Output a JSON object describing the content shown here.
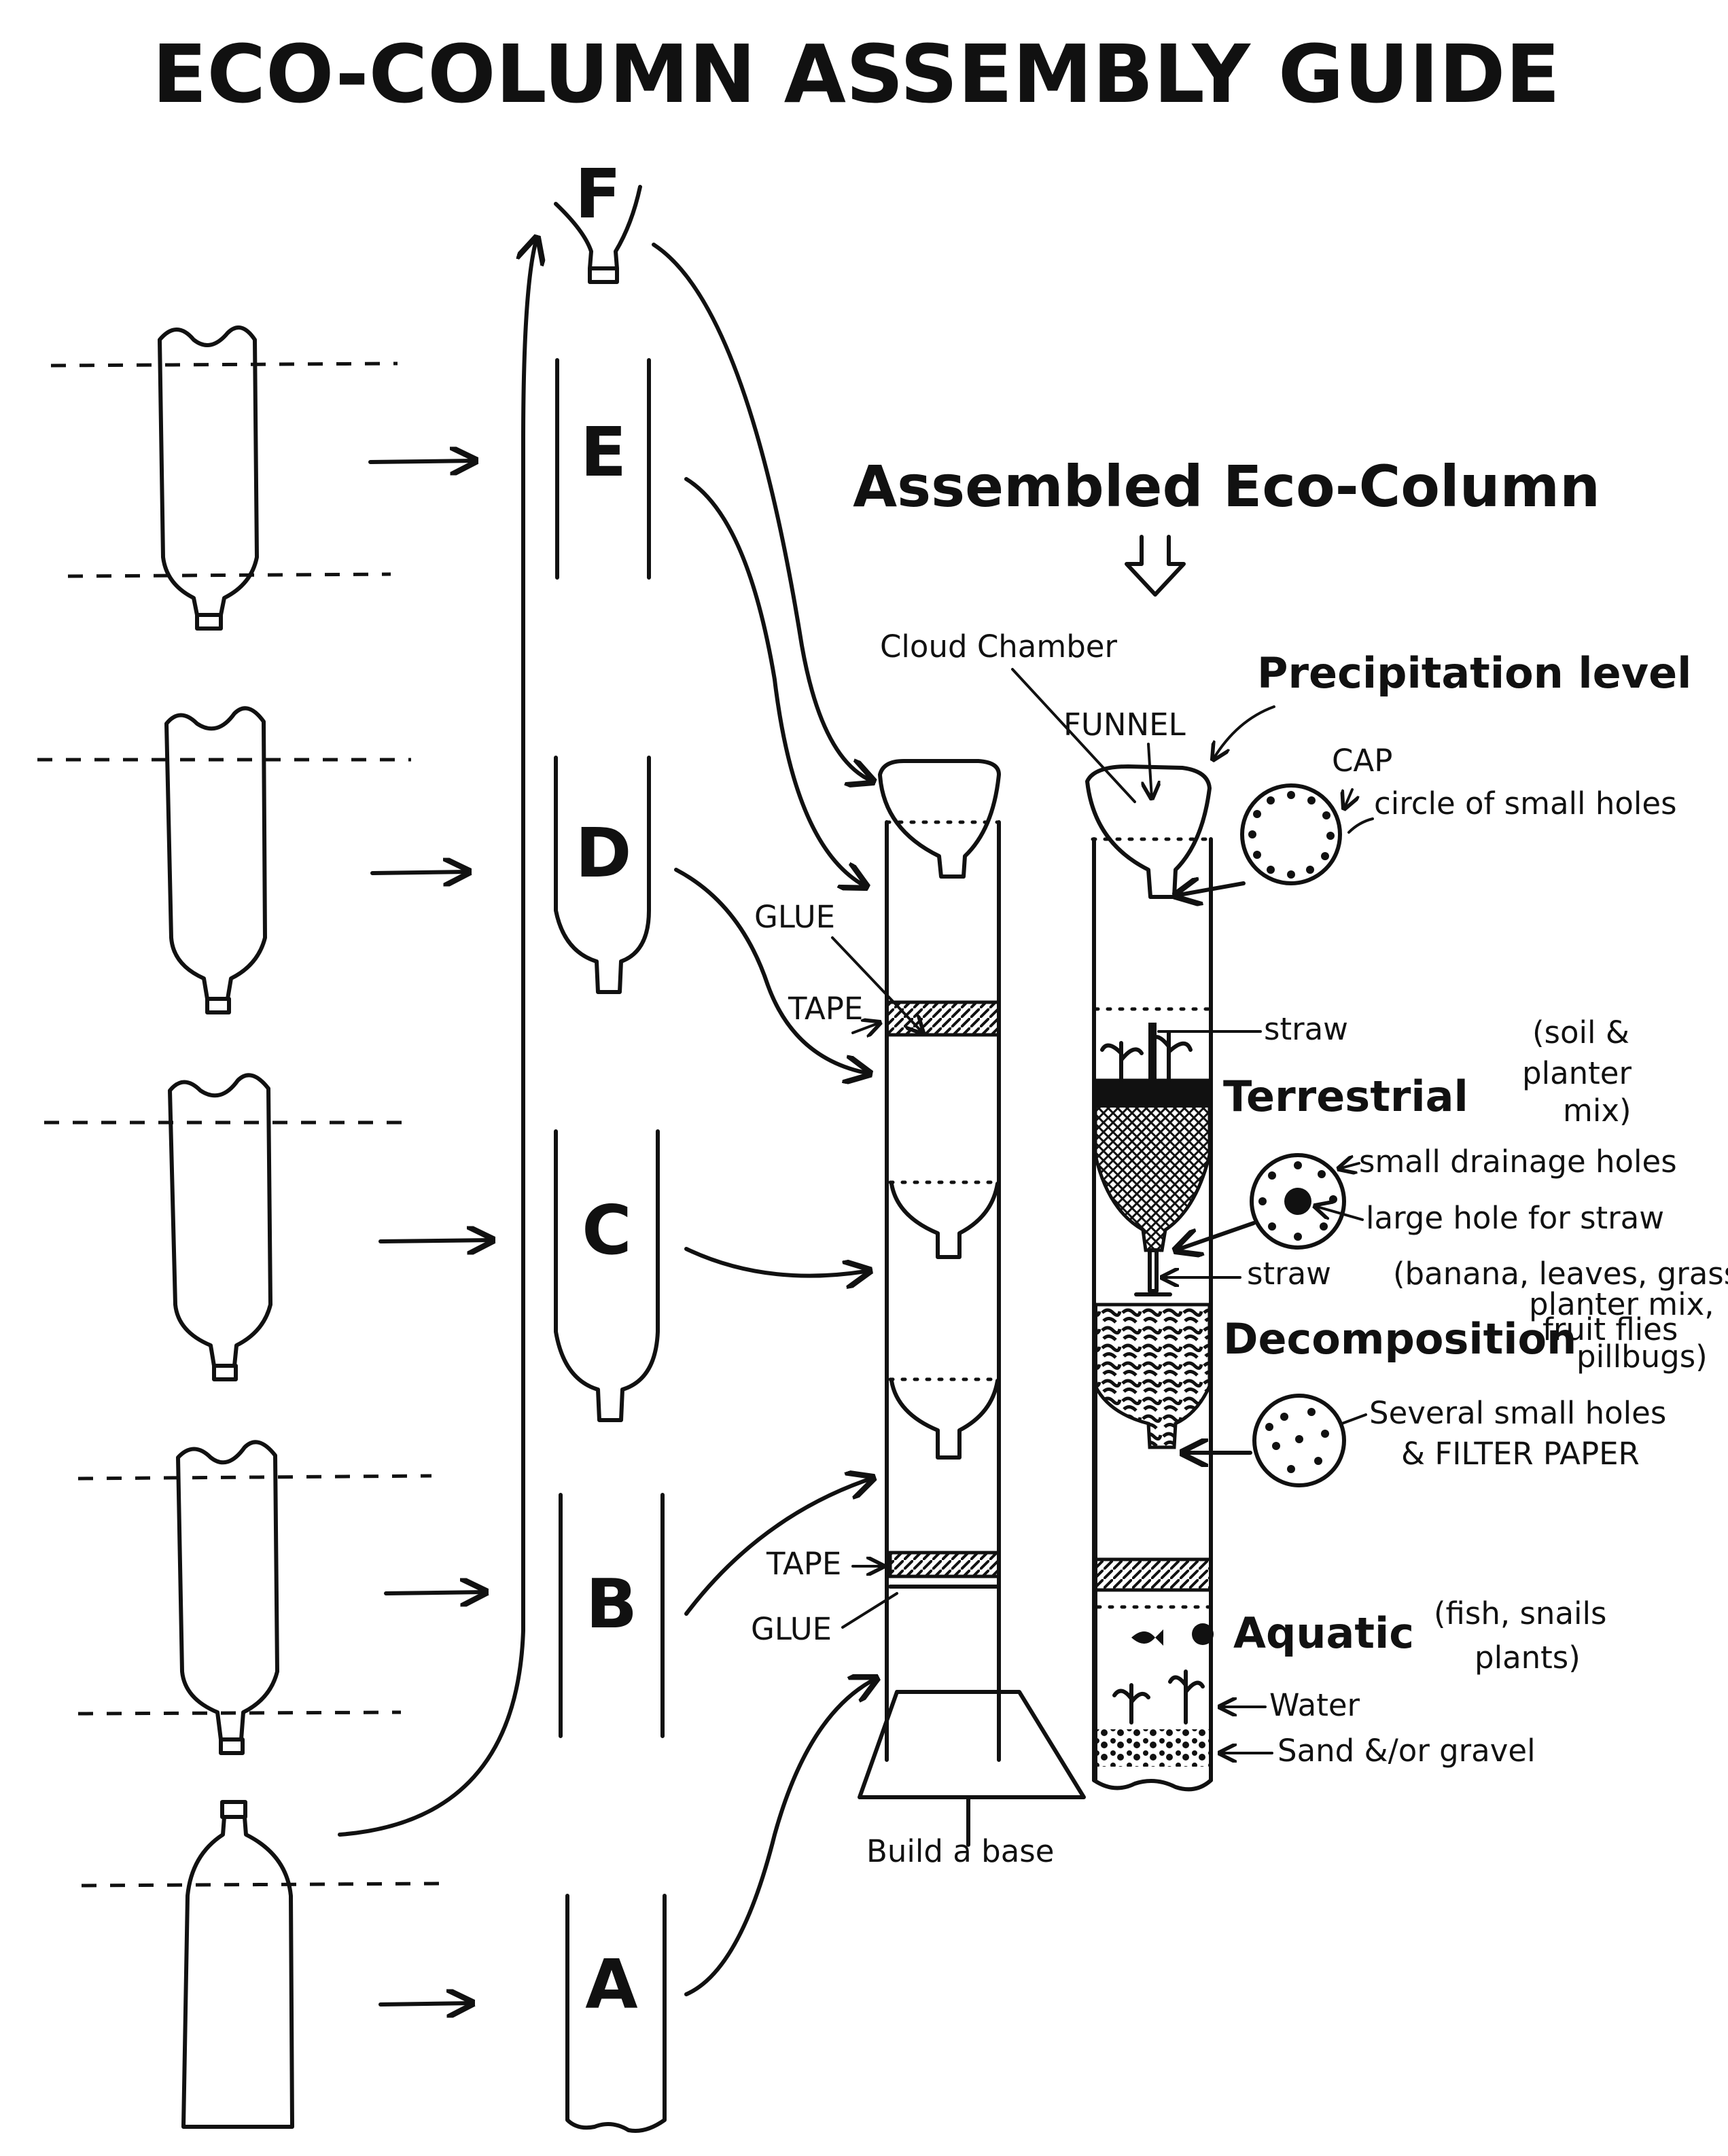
{
  "title": "ECO-COLUMN ASSEMBLY GUIDE",
  "subtitle": "Assembled Eco-Column",
  "pieces": [
    "F",
    "E",
    "D",
    "C",
    "B",
    "A"
  ],
  "left_column": {
    "glue_top": "GLUE",
    "tape_top": "TAPE",
    "tape_bottom": "TAPE",
    "glue_bottom": "GLUE",
    "base": "Build a base"
  },
  "right_column": {
    "cloud_chamber": "Cloud Chamber",
    "funnel": "FUNNEL",
    "precipitation": "Precipitation level",
    "cap": "CAP",
    "circle_holes": "circle of small holes",
    "straw_top": "straw",
    "terrestrial": "Terrestrial",
    "terrestrial_note": [
      "(soil &",
      "planter",
      "mix)"
    ],
    "drainage_holes": "small drainage holes",
    "large_hole": "large hole for straw",
    "straw_mid": "straw",
    "decomp_note": [
      "(banana, leaves, grass",
      "planter mix,",
      "fruit flies",
      "pillbugs)"
    ],
    "decomposition": "Decomposition",
    "several_holes": "Several small holes",
    "filter_paper": "& FILTER PAPER",
    "aquatic": "Aquatic",
    "aquatic_note": [
      "(fish, snails",
      "plants)"
    ],
    "water": "Water",
    "sand": "Sand &/or gravel"
  }
}
